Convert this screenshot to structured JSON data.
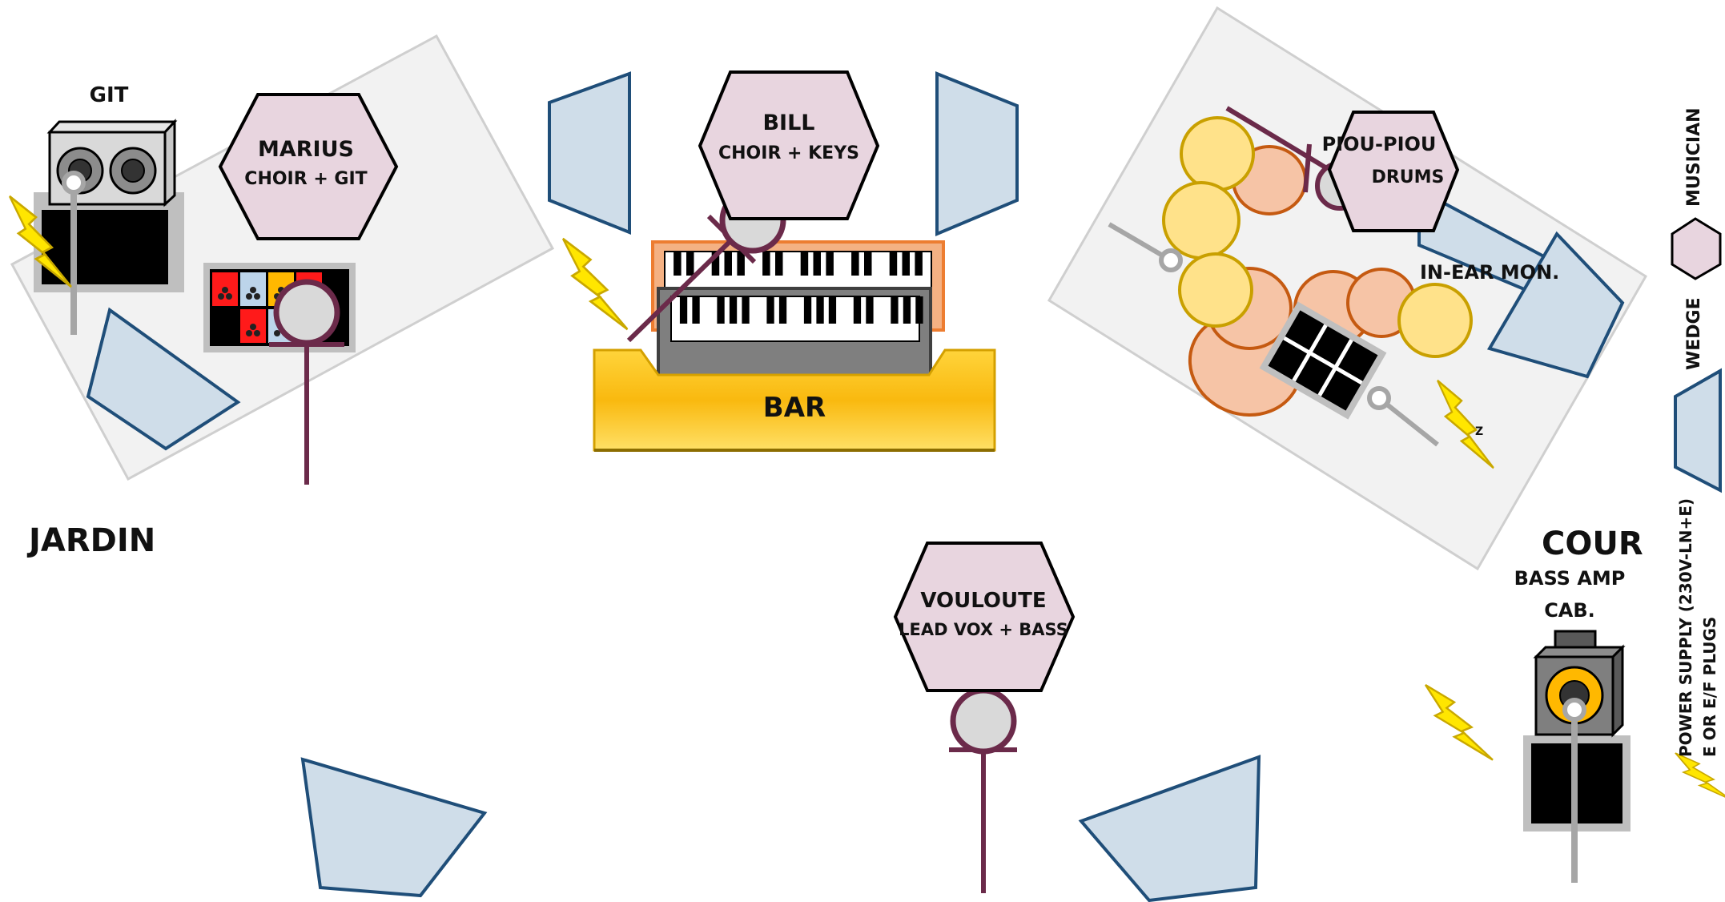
{
  "stage": {
    "side_left": "JARDIN",
    "side_right": "COUR",
    "bar_label": "BAR"
  },
  "musicians": [
    {
      "name": "MARIUS",
      "role": "CHOIR + GIT"
    },
    {
      "name": "BILL",
      "role": "CHOIR + KEYS"
    },
    {
      "name": "PIOU-PIOU",
      "role": "DRUMS"
    },
    {
      "name": "VOULOUTE",
      "role": "LEAD VOX + BASS"
    }
  ],
  "equipment": {
    "git_amp": "GIT",
    "bass_amp_line1": "BASS AMP",
    "bass_amp_line2": "CAB.",
    "in_ear": "IN-EAR MON.",
    "drum_small_label": "Z"
  },
  "legend": {
    "musician": "MUSICIAN",
    "wedge": "WEDGE",
    "power_line1": "POWER SUPPLY (230V-LN+E)",
    "power_line2": "E OR E/F PLUGS"
  },
  "colors": {
    "musician_fill": "#e8d5df",
    "wedge_fill": "#cfdde9",
    "wedge_stroke": "#1f4e79",
    "riser_fill": "#f2f2f2",
    "mic_stand": "#6b2a4a",
    "bar_fill": "#fbc02d",
    "bolt_fill": "#ffe600",
    "cymbal_fill": "#ffe28a",
    "drum_fill": "#f6c4a6"
  }
}
